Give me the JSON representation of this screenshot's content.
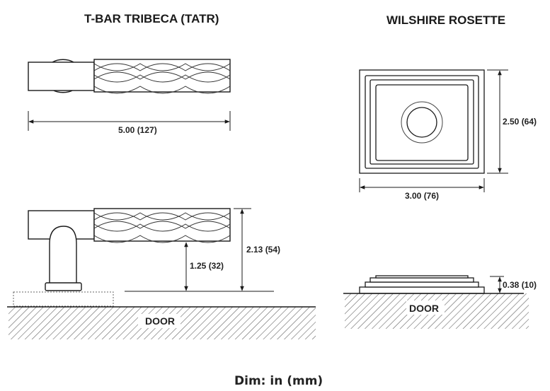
{
  "left_panel": {
    "title": "T-BAR TRIBECA (TATR)",
    "top_view": {
      "length_label": "5.00 (127)"
    },
    "side_view": {
      "projection_label": "2.13 (54)",
      "clearance_label": "1.25 (32)",
      "surface_label": "DOOR"
    }
  },
  "right_panel": {
    "title": "WILSHIRE ROSETTE",
    "front_view": {
      "height_label": "2.50 (64)",
      "width_label": "3.00 (76)"
    },
    "side_view": {
      "thickness_label": "0.38 (10)",
      "surface_label": "DOOR"
    }
  },
  "footer": {
    "units_label": "Dim: in (mm)"
  },
  "colors": {
    "line": "#1a1a1a",
    "hatch": "#555555",
    "background": "#ffffff"
  }
}
